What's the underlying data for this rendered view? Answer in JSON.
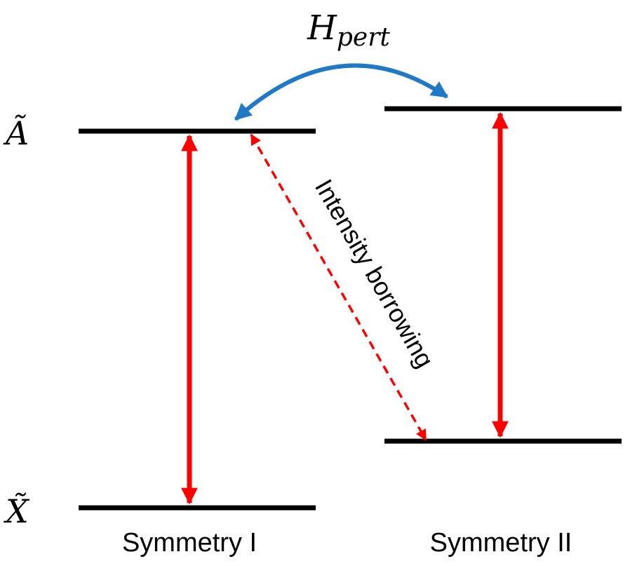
{
  "labels": {
    "state_upper": "Ã",
    "state_lower": "X̃",
    "hpert_main": "H",
    "hpert_sub": "pert",
    "intensity_borrowing": "Intensity borrowing",
    "symmetry_one": "Symmetry I",
    "symmetry_two": "Symmetry II"
  },
  "colors": {
    "level": "#000000",
    "transition": "#ff0000",
    "coupling": "#1f78c8",
    "text": "#000000"
  }
}
